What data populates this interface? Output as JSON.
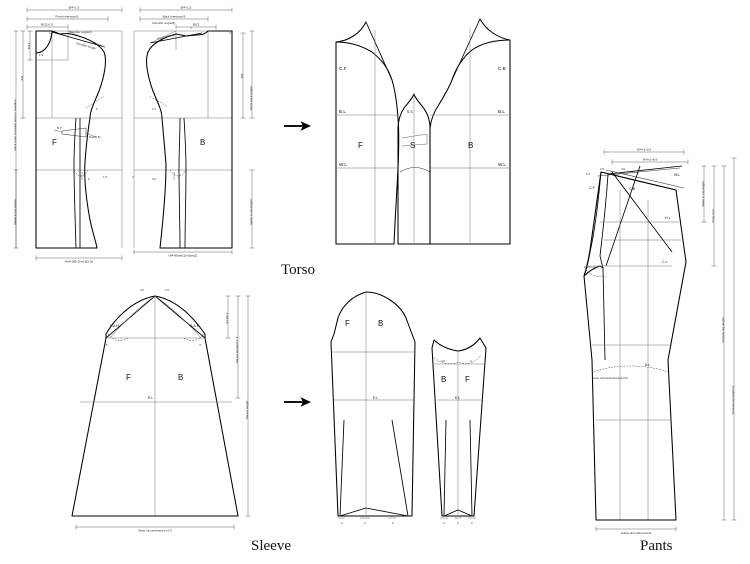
{
  "document": {
    "type": "garment-pattern-drafting-diagram",
    "sections": [
      "Torso",
      "Sleeve",
      "Pants"
    ]
  },
  "titles": {
    "torso": "Torso",
    "sleeve": "Sleeve",
    "pants": "Pants"
  },
  "torso": {
    "draft": {
      "top_dims": [
        "B/4+1.5",
        "Front interscye/2",
        "B/12-0.5",
        "B/4+1.5",
        "Back interscye/2",
        "B/12"
      ],
      "left_vertical": [
        "B/12",
        "B/4",
        "Neck point to breast point to waistline",
        "Waist to hip length"
      ],
      "right_vertical": [
        "B/4",
        "Neck back length",
        "Waist to hip length"
      ],
      "bottom_dims": [
        "H/4+0(B-2)+0.8(2.5)",
        "H/4+Ease(1)+Dart(2)"
      ],
      "annotations": [
        "Shoulder angle(F)",
        "Shoulder angle(B)",
        "Shoulder length",
        "Shoulder length",
        "B.P",
        "Dart(2.5)"
      ],
      "small_values": [
        "1.5",
        "1.5",
        "2",
        "2",
        "6",
        "6",
        "1.5",
        "1.5",
        "2",
        "2.5"
      ],
      "piece_labels": [
        "F",
        "B"
      ]
    },
    "result": {
      "piece_labels": [
        "F",
        "S",
        "B"
      ],
      "line_labels": [
        "C.F",
        "C.B",
        "B.L",
        "B.L",
        "W.L",
        "W.L",
        "S.S"
      ]
    }
  },
  "sleeve": {
    "draft": {
      "cap_values": [
        "4.5",
        "3.5"
      ],
      "hem_values": [
        "5",
        "4"
      ],
      "armhole_labels": [
        "F.A.H",
        "B.A.H"
      ],
      "piece_labels": [
        "F",
        "B"
      ],
      "right_vertical": [
        "A.H/4+1",
        "Sleeve length/2-1.5",
        "Sleeve length"
      ],
      "bottom_dim": "Wrist circumference+2.5"
    },
    "result": {
      "upper_piece_labels": [
        "F",
        "B"
      ],
      "under_piece_labels": [
        "B",
        "F"
      ],
      "elbow_lines": [
        "E.L",
        "E.L"
      ],
      "under_values": [
        "4.5",
        "3"
      ],
      "hem_values": [
        "2",
        "2",
        "2",
        "2",
        "2",
        "2"
      ]
    }
  },
  "pants": {
    "top_dims": [
      "H/4+1+0.9",
      "H/4+1+0.9"
    ],
    "small_values": [
      "1.5",
      "3.5",
      "3.5"
    ],
    "line_labels": [
      "C.F",
      "C.B",
      "W.L",
      "H.L",
      "C.L",
      "K.L"
    ],
    "crotch_dim": "H/32-1.5",
    "knee_dim": "Knee circumference/2-0.5",
    "ankle_dim": "Ankle circumference/2",
    "right_vertical": [
      "Waist to hip length",
      "Body rise",
      "Outside leg length",
      "Outside leg length+2"
    ]
  },
  "arrows": {
    "count": 2,
    "glyph": "arrow-right"
  },
  "colors": {
    "outline": "#000000",
    "guide": "#777777",
    "background": "#ffffff"
  }
}
